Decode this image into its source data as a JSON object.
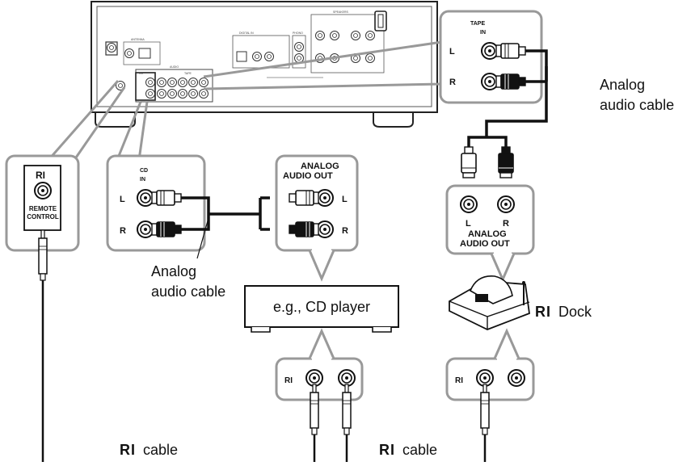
{
  "receiver": {
    "panel_labels": {
      "antenna": "ANTENNA",
      "speakers": "SPEAKERS",
      "digital_in": "DIGITAL IN",
      "phono": "PHONO",
      "audio": "AUDIO",
      "cd": "CD",
      "tape": "TAPE"
    }
  },
  "tape_callout": {
    "title": "TAPE",
    "sub": "IN",
    "left": "L",
    "right": "R"
  },
  "cd_callout": {
    "title": "CD",
    "sub": "IN",
    "left": "L",
    "right": "R"
  },
  "ri_callout": {
    "logo": "RI",
    "line1": "REMOTE",
    "line2": "CONTROL"
  },
  "player_out": {
    "title1": "ANALOG",
    "title2": "AUDIO OUT",
    "left": "L",
    "right": "R"
  },
  "dock_out": {
    "left": "L",
    "right": "R",
    "title1": "ANALOG",
    "title2": "AUDIO OUT"
  },
  "cable_label_tape": {
    "line1": "Analog",
    "line2": "audio cable"
  },
  "cable_label_cd": {
    "line1": "Analog",
    "line2": "audio cable"
  },
  "cd_player_label": "e.g., CD player",
  "dock_label": {
    "logo": "RI",
    "text": "Dock"
  },
  "ri_jack_box_cd": {
    "logo": "RI"
  },
  "ri_jack_box_dock": {
    "logo": "RI"
  },
  "ri_cable_left": {
    "logo": "RI",
    "text": "cable"
  },
  "ri_cable_right": {
    "logo": "RI",
    "text": "cable"
  }
}
